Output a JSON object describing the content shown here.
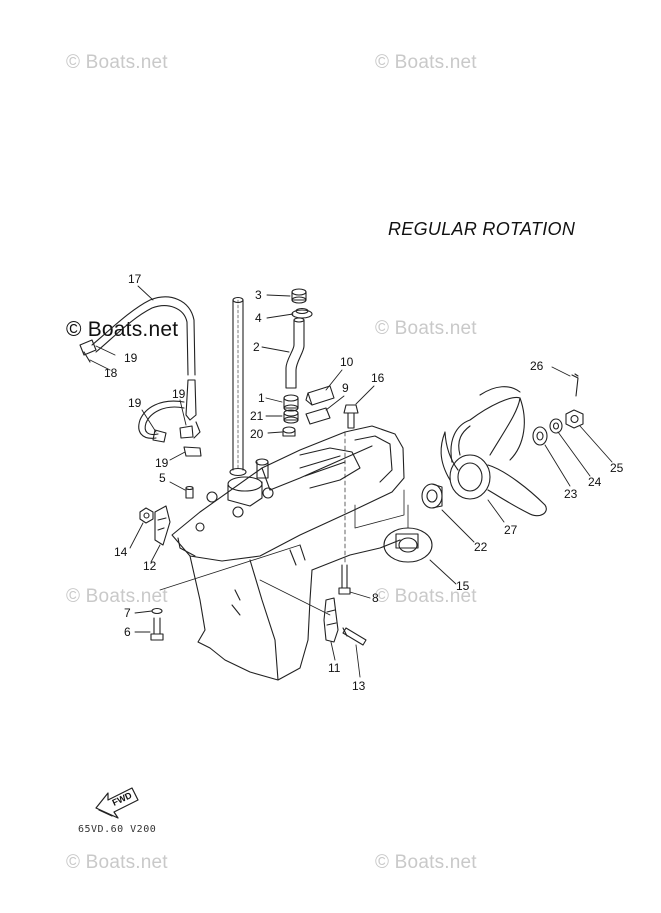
{
  "title": "REGULAR ROTATION",
  "diagram_code": "65VD.60 V200",
  "fwd_label": "FWD",
  "watermark": "© Boats.net",
  "part_numbers": {
    "p1": "1",
    "p2": "2",
    "p3": "3",
    "p4": "4",
    "p5": "5",
    "p6": "6",
    "p7": "7",
    "p8": "8",
    "p9": "9",
    "p10": "10",
    "p11": "11",
    "p12": "12",
    "p13": "13",
    "p14": "14",
    "p15": "15",
    "p16": "16",
    "p17": "17",
    "p18": "18",
    "p19a": "19",
    "p19b": "19",
    "p19c": "19",
    "p19d": "19",
    "p20": "20",
    "p21": "21",
    "p22": "22",
    "p23": "23",
    "p24": "24",
    "p25": "25",
    "p26": "26",
    "p27": "27"
  }
}
